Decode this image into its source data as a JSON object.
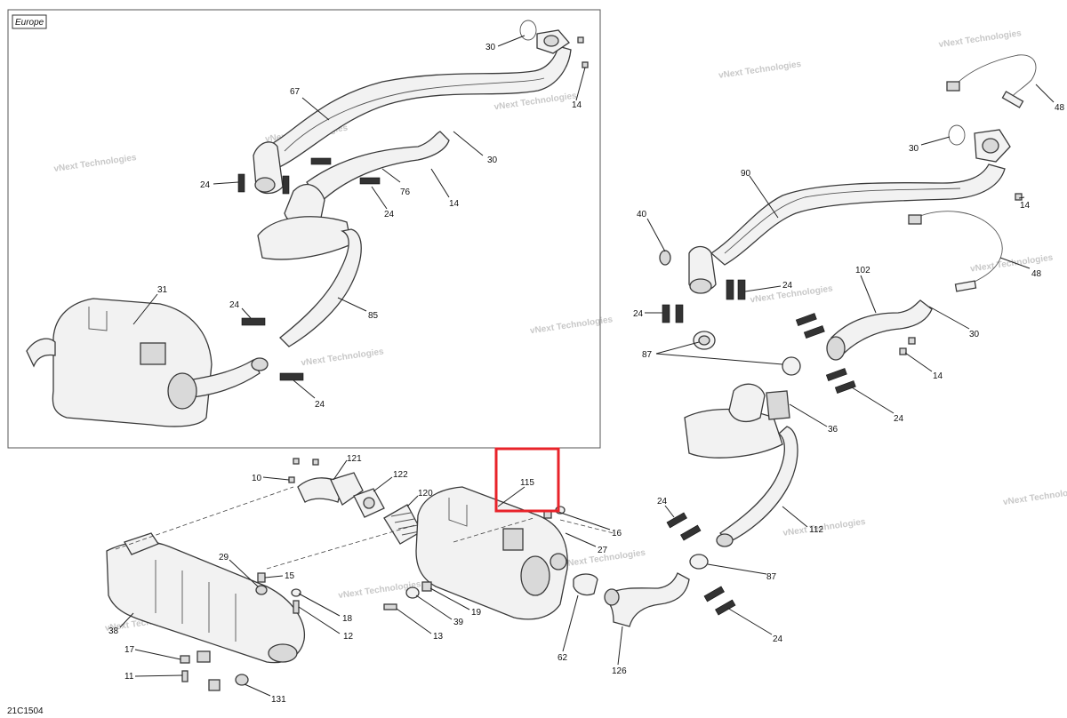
{
  "diagram": {
    "region_label": "Europe",
    "drawing_code": "21C1504",
    "watermark_line1": "vNext",
    "watermark_line2": "Technologies",
    "highlight_color": "#e8232a",
    "highlighted_part": "115",
    "callouts": [
      "30",
      "14",
      "67",
      "24",
      "76",
      "30",
      "14",
      "24",
      "31",
      "85",
      "24",
      "24",
      "48",
      "30",
      "90",
      "14",
      "40",
      "48",
      "102",
      "24",
      "24",
      "30",
      "87",
      "14",
      "24",
      "36",
      "112",
      "24",
      "87",
      "24",
      "121",
      "10",
      "122",
      "120",
      "115",
      "16",
      "27",
      "29",
      "15",
      "18",
      "12",
      "38",
      "19",
      "39",
      "13",
      "62",
      "126",
      "17",
      "11",
      "131"
    ]
  }
}
